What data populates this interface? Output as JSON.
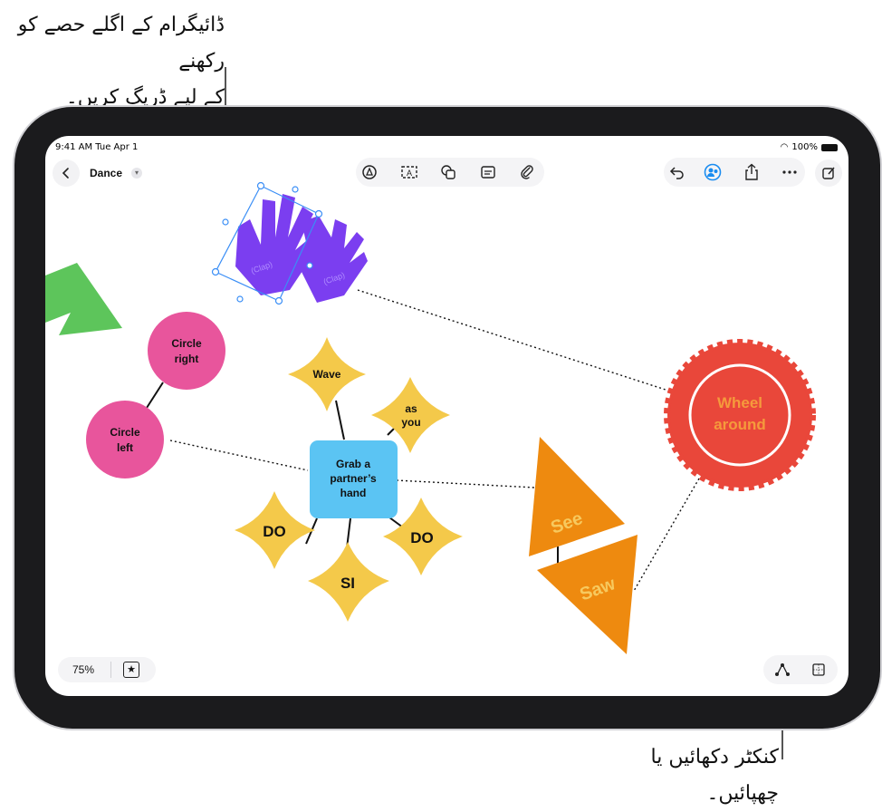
{
  "callouts": {
    "drag_hint_line1": "ڈائیگرام کے اگلے حصے کو رکھنے",
    "drag_hint_line2": "کے لیے ڈریگ کریں۔",
    "connectors_hint": "کنکٹر دکھائیں یا چھپائیں۔"
  },
  "status_bar": {
    "time_date": "9:41 AM  Tue Apr 1",
    "battery": "100%"
  },
  "header": {
    "back_icon": "chevron-left-icon",
    "title": "Dance",
    "title_menu_icon": "chevron-down-icon"
  },
  "toolbar": {
    "tools": [
      "pen-icon",
      "text-box-icon",
      "shapes-icon",
      "sticky-note-icon",
      "attachment-icon"
    ],
    "right": [
      "undo-icon",
      "collaborate-icon",
      "share-icon",
      "more-icon",
      "compose-icon"
    ]
  },
  "canvas": {
    "clap_left": "(Clap)",
    "clap_right": "(Clap)",
    "circle_right_line1": "Circle",
    "circle_right_line2": "right",
    "circle_left_line1": "Circle",
    "circle_left_line2": "left",
    "wave": "Wave",
    "as_you_line1": "as",
    "as_you_line2": "you",
    "grab_line1": "Grab a",
    "grab_line2": "partner’s",
    "grab_line3": "hand",
    "do_left": "DO",
    "do_right": "DO",
    "si": "SI",
    "see": "See",
    "saw": "Saw",
    "wheel_line1": "Wheel",
    "wheel_line2": "around"
  },
  "bottom_bar": {
    "zoom": "75%",
    "favorites_icon": "star-icon",
    "connectors_icon": "connectors-icon",
    "navigator_icon": "navigator-icon"
  },
  "colors": {
    "pink": "#e8559c",
    "yellow": "#f4c94a",
    "blue": "#5bc4f3",
    "orange": "#ee8a0f",
    "red": "#e9473a",
    "purple": "#7b3ef0",
    "green": "#5dc55b",
    "selection": "#3a8ef6"
  }
}
